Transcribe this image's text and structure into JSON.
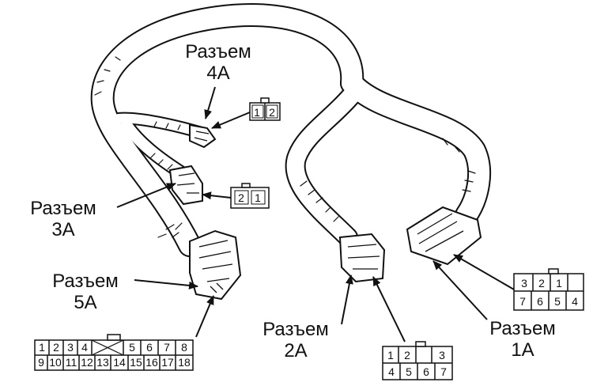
{
  "labels": {
    "c4a": {
      "name": "Разъем",
      "code": "4A"
    },
    "c3a": {
      "name": "Разъем",
      "code": "3A"
    },
    "c5a": {
      "name": "Разъем",
      "code": "5A"
    },
    "c2a": {
      "name": "Разъем",
      "code": "2A"
    },
    "c1a": {
      "name": "Разъем",
      "code": "1A"
    }
  },
  "pinouts": {
    "c4a": [
      [
        "1",
        "2"
      ]
    ],
    "c3a": [
      [
        "2",
        "1"
      ]
    ],
    "c1a": [
      [
        "3",
        "2",
        "1"
      ],
      [
        "7",
        "6",
        "5",
        "4"
      ]
    ],
    "c2a": [
      [
        "1",
        "2",
        "3"
      ],
      [
        "4",
        "5",
        "6",
        "7"
      ]
    ],
    "c5a": [
      [
        "1",
        "2",
        "3",
        "4",
        "",
        "5",
        "6",
        "7",
        "8"
      ],
      [
        "9",
        "10",
        "11",
        "12",
        "13",
        "14",
        "15",
        "16",
        "17",
        "18"
      ]
    ]
  }
}
